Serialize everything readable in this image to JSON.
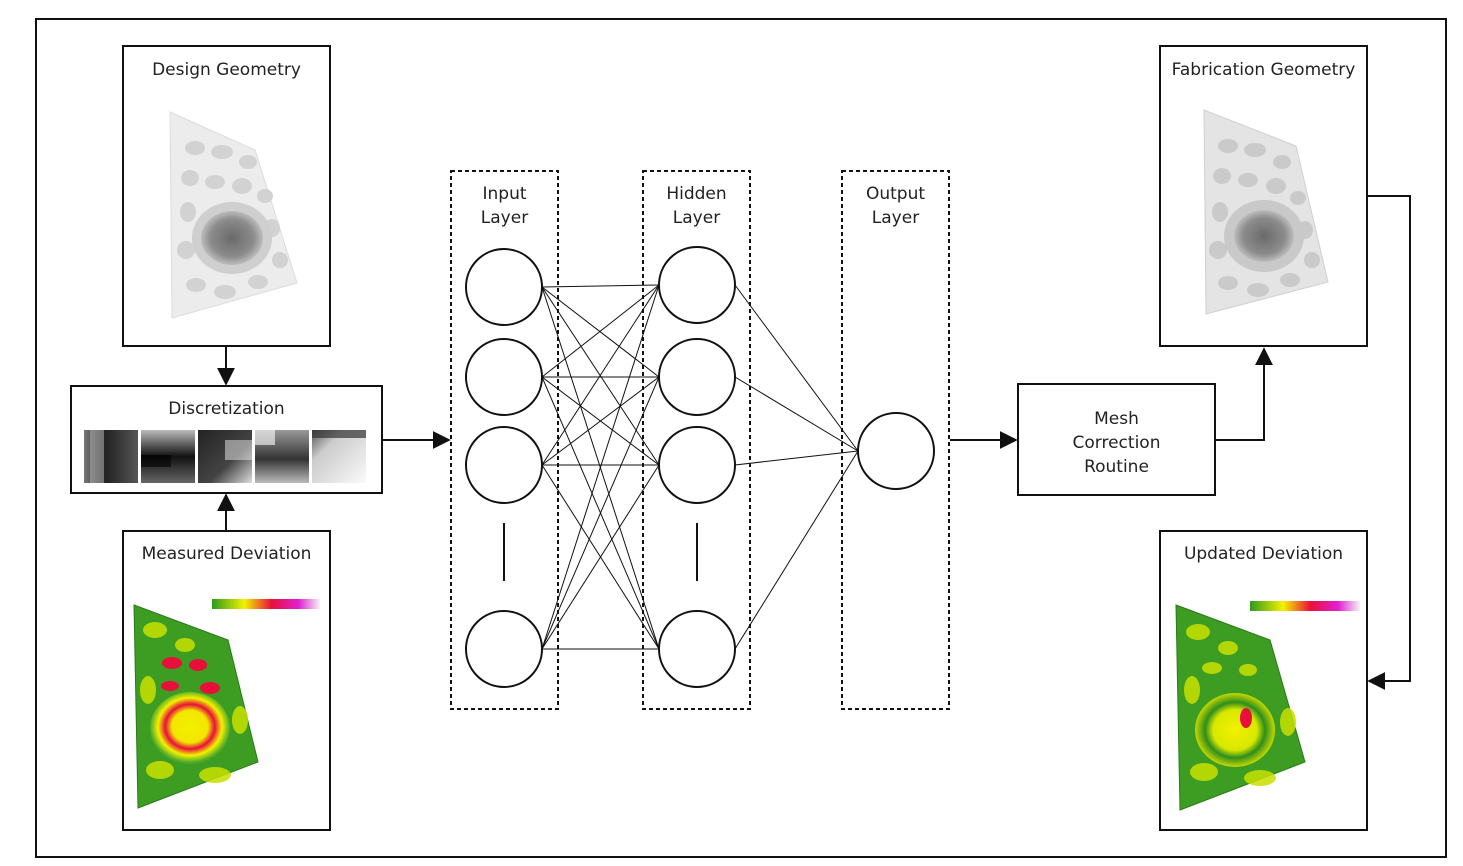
{
  "design_geometry": {
    "title": "Design Geometry"
  },
  "discretization": {
    "title": "Discretization"
  },
  "measured_deviation": {
    "title": "Measured Deviation"
  },
  "input_layer": {
    "line1": "Input",
    "line2": "Layer"
  },
  "hidden_layer": {
    "line1": "Hidden",
    "line2": "Layer"
  },
  "output_layer": {
    "line1": "Output",
    "line2": "Layer"
  },
  "mesh_correction": {
    "line1": "Mesh",
    "line2": "Correction",
    "line3": "Routine"
  },
  "fabrication_geometry": {
    "title": "Fabrication Geometry"
  },
  "updated_deviation": {
    "title": "Updated Deviation"
  },
  "colors": {
    "stroke": "#111111",
    "deviation_green": "#2e9b1f",
    "deviation_yellow": "#f2f200",
    "deviation_red": "#e8103a",
    "deviation_magenta": "#e020d0"
  }
}
